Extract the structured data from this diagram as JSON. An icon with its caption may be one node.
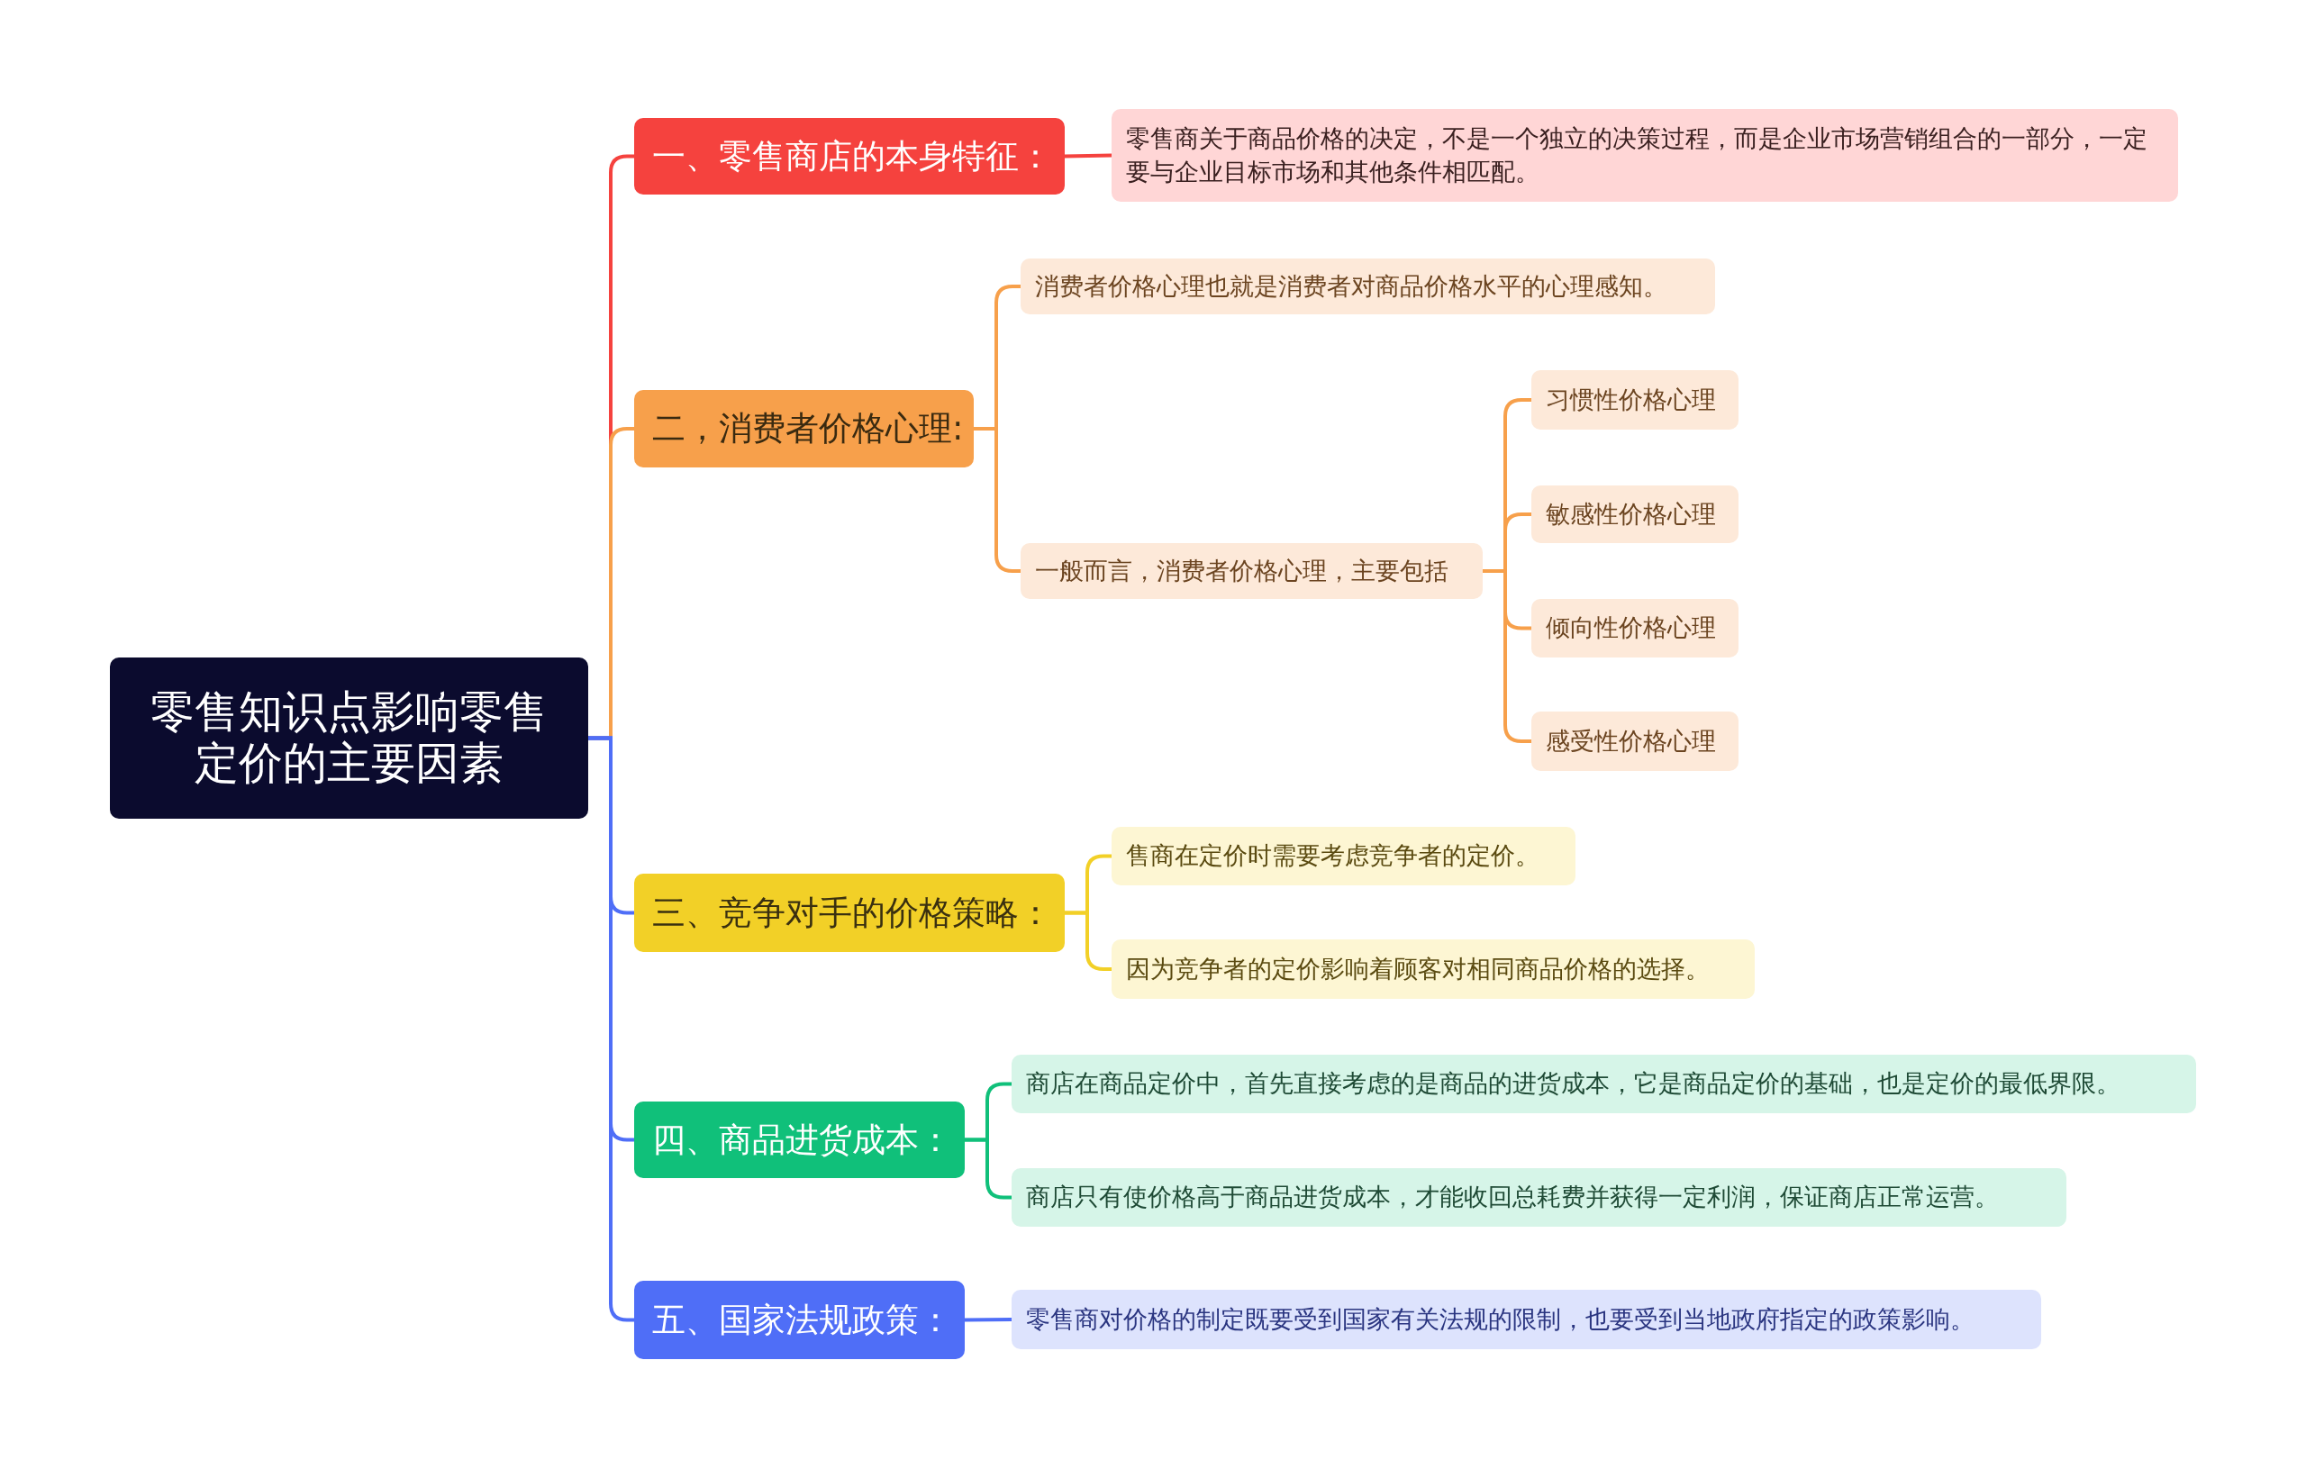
{
  "diagram": {
    "nodes": [
      {
        "text": [
          "零售知识点影响零售定价的主要因素"
        ]
      },
      {
        "text": [
          "一、零售商店的本身特征："
        ]
      },
      {
        "text": [
          "零售商关于商品价格的决定，不是一个独立的决策过程，而是企业市场营销组合的一部分，一定要与企业目标市场和其他条件相匹配。"
        ]
      },
      {
        "text": [
          "二，消费者价格心理:"
        ]
      },
      {
        "text": [
          "消费者价格心理也就是消费者对商品价格水平的心理感知。"
        ]
      },
      {
        "text": [
          "一般而言，消费者价格心理，主要包括"
        ]
      },
      {
        "text": [
          "习惯性价格心理"
        ]
      },
      {
        "text": [
          "敏感性价格心理"
        ]
      },
      {
        "text": [
          "倾向性价格心理"
        ]
      },
      {
        "text": [
          "感受性价格心理"
        ]
      },
      {
        "text": [
          "三、竞争对手的价格策略："
        ]
      },
      {
        "text": [
          "售商在定价时需要考虑竞争者的定价。"
        ]
      },
      {
        "text": [
          "因为竞争者的定价影响着顾客对相同商品价格的选择。"
        ]
      },
      {
        "text": [
          "四、商品进货成本："
        ]
      },
      {
        "text": [
          "商店在商品定价中，首先直接考虑的是商品的进货成本，它是商品定价的基础，也是定价的最低界限。"
        ]
      },
      {
        "text": [
          "商店只有使价格高于商品进货成本，才能收回总耗费并获得一定利润，保证商店正常运营。"
        ]
      },
      {
        "text": [
          "五、国家法规政策："
        ]
      },
      {
        "text": [
          "零售商对价格的制定既要受到国家有关法规的限制，也要受到当地政府指定的政策影响。"
        ]
      }
    ],
    "edges": [
      {
        "from": 0,
        "to": 1,
        "arrow": "none",
        "color": "#f5423e"
      },
      {
        "from": 0,
        "to": 3,
        "arrow": "none",
        "color": "#f7a04b"
      },
      {
        "from": 0,
        "to": 10,
        "arrow": "none",
        "color": "#4f6ef7"
      },
      {
        "from": 0,
        "to": 13,
        "arrow": "none",
        "color": "#4f6ef7"
      },
      {
        "from": 0,
        "to": 16,
        "arrow": "none",
        "color": "#4f6ef7"
      },
      {
        "from": 1,
        "to": 2,
        "arrow": "none",
        "color": "#f5423e"
      },
      {
        "from": 3,
        "to": 4,
        "arrow": "none",
        "color": "#f7a04b"
      },
      {
        "from": 3,
        "to": 5,
        "arrow": "none",
        "color": "#f7a04b"
      },
      {
        "from": 5,
        "to": 6,
        "arrow": "none",
        "color": "#f7a04b"
      },
      {
        "from": 5,
        "to": 7,
        "arrow": "none",
        "color": "#f7a04b"
      },
      {
        "from": 5,
        "to": 8,
        "arrow": "none",
        "color": "#f7a04b"
      },
      {
        "from": 5,
        "to": 9,
        "arrow": "none",
        "color": "#f7a04b"
      },
      {
        "from": 10,
        "to": 11,
        "arrow": "none",
        "color": "#f2d027"
      },
      {
        "from": 10,
        "to": 12,
        "arrow": "none",
        "color": "#f2d027"
      },
      {
        "from": 13,
        "to": 14,
        "arrow": "none",
        "color": "#10c07a"
      },
      {
        "from": 13,
        "to": 15,
        "arrow": "none",
        "color": "#10c07a"
      },
      {
        "from": 16,
        "to": 17,
        "arrow": "none",
        "color": "#4f6ef7"
      }
    ]
  }
}
